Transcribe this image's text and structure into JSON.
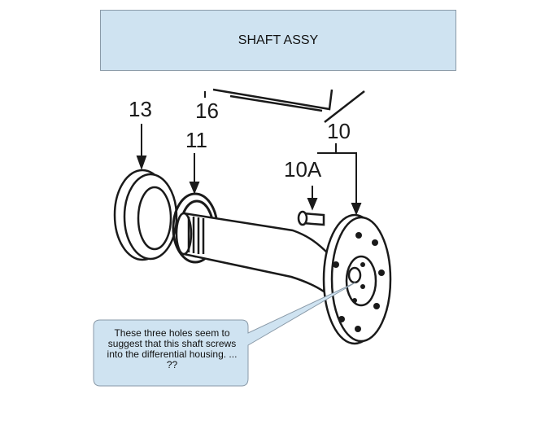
{
  "title": "SHAFT ASSY",
  "part_labels": {
    "p13": "13",
    "p16": "16",
    "p11": "11",
    "p10": "10",
    "p10a": "10A"
  },
  "callout": {
    "text": "These three holes seem to suggest that this shaft screws into the differential housing. ... ??"
  },
  "colors": {
    "title_fill": "#cfe3f1",
    "callout_fill": "#cfe3f1",
    "line": "#1a1a1a"
  }
}
